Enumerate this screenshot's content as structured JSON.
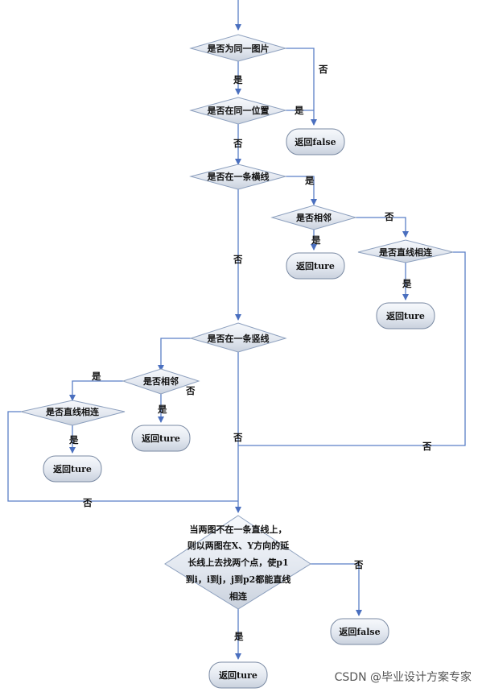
{
  "nodes": {
    "same_image": "是否为同一图片",
    "same_position": "是否在同一位置",
    "same_row": "是否在一条横线",
    "row_adjacent": "是否相邻",
    "row_line_connect": "是否直线相连",
    "same_col": "是否在一条竖线",
    "col_adjacent": "是否相邻",
    "col_line_connect": "是否直线相连",
    "final_lines": [
      "当两图不在一条直线上，",
      "则以两图在X、Y方向的延",
      "长线上去找两个点，使p1",
      "到i，i到j，j到p2都能直线",
      "相连"
    ]
  },
  "terminals": {
    "false1": "返回false",
    "ture_row_adj": "返回ture",
    "ture_row_line": "返回ture",
    "ture_col_adj": "返回ture",
    "ture_col_line": "返回ture",
    "false_final": "返回false",
    "ture_final": "返回ture"
  },
  "labels": {
    "yes": "是",
    "no": "否"
  },
  "watermark": "CSDN @毕业设计方案专家"
}
